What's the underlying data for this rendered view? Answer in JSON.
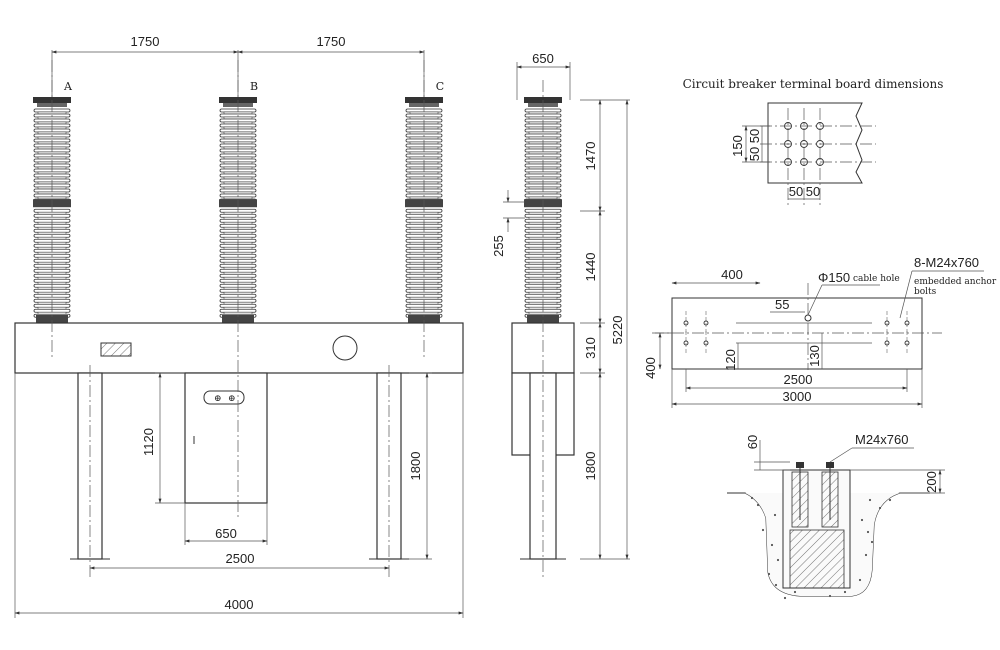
{
  "title": "Circuit breaker terminal board dimensions",
  "phases": [
    "A",
    "B",
    "C"
  ],
  "front": {
    "spacing_ab": "1750",
    "spacing_bc": "1750",
    "cabinet_height": "1120",
    "cabinet_width": "650",
    "leg_spacing": "2500",
    "total_width": "4000",
    "leg_height": "1800"
  },
  "side": {
    "top_width": "650",
    "upper_insulator": "1470",
    "lower_insulator": "1440",
    "flange": "255",
    "frame": "310",
    "leg": "1800",
    "total_height": "5220"
  },
  "terminal": {
    "height": "150",
    "pitch_v1": "50",
    "pitch_v2": "50",
    "pitch_h1": "50",
    "pitch_h2": "50"
  },
  "base_plan": {
    "offset": "400",
    "cable_hole": "Φ150",
    "cable_hole_label": "cable hole",
    "bolts": "8-M24x760",
    "bolts_label_1": "embedded anchor",
    "bolts_label_2": "bolts",
    "hole_offset": "55",
    "depth": "400",
    "dim_120": "120",
    "dim_130": "130",
    "inner_width": "2500",
    "outer_width": "3000"
  },
  "foundation": {
    "embed": "60",
    "bolt_spec": "M24x760",
    "depth": "200"
  }
}
